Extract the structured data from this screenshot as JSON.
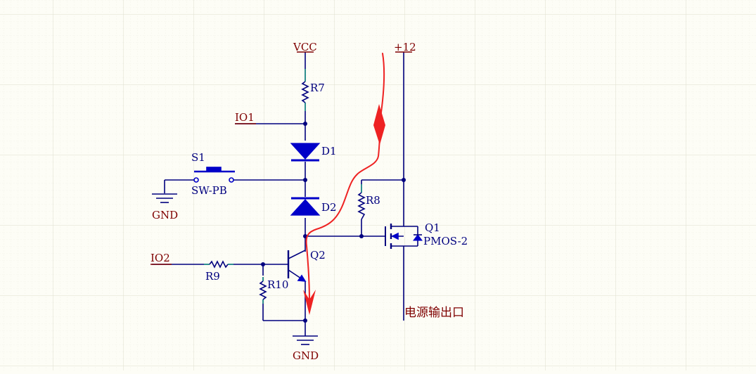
{
  "colors": {
    "background": "#fdfdf6",
    "grid_minor": "#ecece0",
    "grid_major": "#dedecf",
    "wire": "#00007f",
    "net_label": "#7f0000",
    "component": "#0000c8",
    "junction": "#00007f",
    "pin_stub": "#2f8f8f",
    "annotation": "#ee2222"
  },
  "nets": {
    "vcc": "VCC",
    "p12": "+12",
    "io1": "IO1",
    "io2": "IO2",
    "gnd_left": "GND",
    "gnd_bottom": "GND",
    "output": "电源输出口"
  },
  "components": {
    "r7": "R7",
    "d1": "D1",
    "d2": "D2",
    "s1": "S1",
    "s1_type": "SW-PB",
    "r8": "R8",
    "q1": "Q1",
    "q1_type": "PMOS-2",
    "q2": "Q2",
    "r9": "R9",
    "r10": "R10"
  },
  "annotation": {
    "description": "red hand-drawn current-flow arrows",
    "icon": "arrow-down-icon"
  }
}
